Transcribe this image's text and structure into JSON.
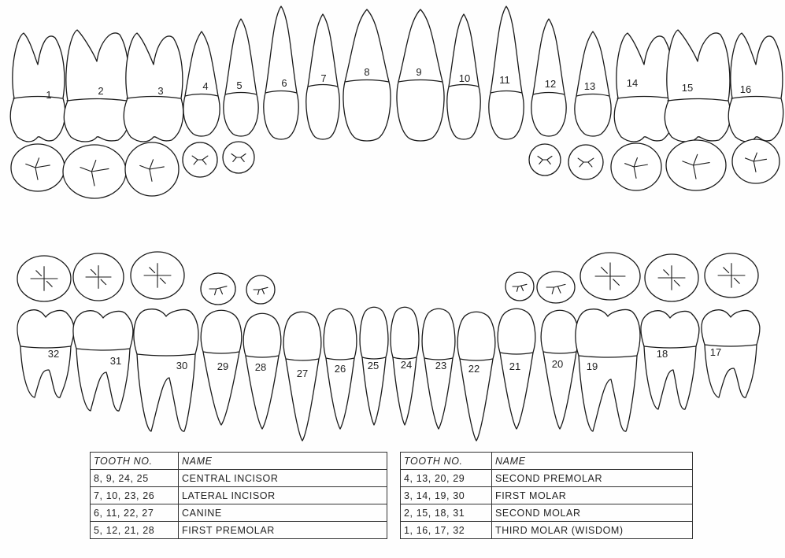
{
  "tooth_numbers": {
    "upper": [
      "1",
      "2",
      "3",
      "4",
      "5",
      "6",
      "7",
      "8",
      "9",
      "10",
      "11",
      "12",
      "13",
      "14",
      "15",
      "16"
    ],
    "lower": [
      "32",
      "31",
      "30",
      "29",
      "28",
      "27",
      "26",
      "25",
      "24",
      "23",
      "22",
      "21",
      "20",
      "19",
      "18",
      "17"
    ]
  },
  "legend_left": {
    "header": {
      "tooth_no": "TOOTH NO.",
      "name": "NAME"
    },
    "rows": [
      {
        "teeth": "8, 9, 24, 25",
        "name": "CENTRAL  INCISOR"
      },
      {
        "teeth": "7, 10, 23, 26",
        "name": "LATERAL  INCISOR"
      },
      {
        "teeth": "6, 11, 22, 27",
        "name": "CANINE"
      },
      {
        "teeth": "5, 12, 21, 28",
        "name": "FIRST  PREMOLAR"
      }
    ]
  },
  "legend_right": {
    "header": {
      "tooth_no": "TOOTH NO.",
      "name": "NAME"
    },
    "rows": [
      {
        "teeth": "4, 13, 20, 29",
        "name": "SECOND  PREMOLAR"
      },
      {
        "teeth": "3, 14, 19, 30",
        "name": "FIRST  MOLAR"
      },
      {
        "teeth": "2, 15, 18, 31",
        "name": "SECOND  MOLAR"
      },
      {
        "teeth": "1, 16, 17, 32",
        "name": "THIRD  MOLAR  (WISDOM)"
      }
    ]
  }
}
